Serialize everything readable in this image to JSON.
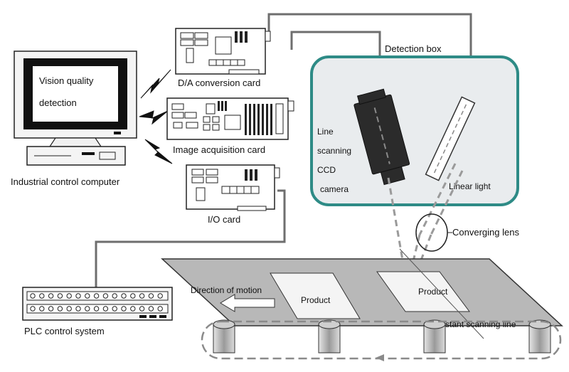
{
  "computer": {
    "screen_line1": "Vision quality",
    "screen_line2": "detection",
    "label": "Industrial control computer"
  },
  "cards": {
    "da_label": "D/A conversion card",
    "image_label": "Image acquisition card",
    "io_label": "I/O card"
  },
  "detection_box": {
    "label": "Detection box",
    "camera_line1": "Line",
    "camera_line2": "scanning",
    "camera_line3": "CCD",
    "camera_line4": "camera",
    "light_label": "Linear light"
  },
  "lens_label": "Converging lens",
  "plc_label": "PLC control system",
  "conveyor": {
    "direction_label": "Direction of motion",
    "product1": "Product",
    "product2": "Product",
    "scan_line_label": "Instant scanning line"
  },
  "colors": {
    "box_border": "#2e8b86",
    "box_fill": "#e9ecee",
    "camera": "#2b2b2b",
    "belt": "#b8b8b8",
    "cable": "#6e6e6e"
  }
}
